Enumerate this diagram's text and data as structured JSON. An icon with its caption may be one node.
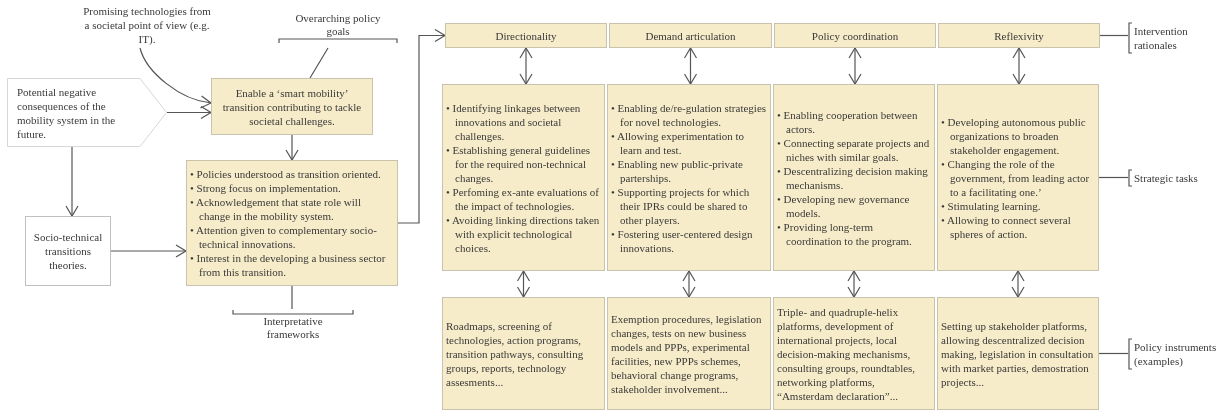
{
  "diagram": {
    "nodes": [
      {
        "text": [
          "Promising technologies from a societal point of view (e.g. IT)."
        ]
      },
      {
        "text": [
          "Potential negative consequences of the mobility system in the future."
        ]
      },
      {
        "text": [
          "Enable a ‘smart mobility’ transition contributing to tackle societal challenges."
        ]
      },
      {
        "text": [
          "Overarching policy goals"
        ]
      },
      {
        "text": [
          "Socio-technical transitions theories."
        ]
      },
      {
        "text": [
          "• Policies understood as transition oriented.",
          "• Strong focus on implementation.",
          "• Acknowledgement that state role will change in the mobility system.",
          "• Attention given to complementary socio-technical innovations.",
          "• Interest in the developing a business sector from this transition."
        ]
      },
      {
        "text": [
          "Interpretative frameworks"
        ]
      },
      {
        "text": [
          "Directionality"
        ]
      },
      {
        "text": [
          "Demand articulation"
        ]
      },
      {
        "text": [
          "Policy coordination"
        ]
      },
      {
        "text": [
          "Reflexivity"
        ]
      },
      {
        "text": [
          "• Identifying linkages between innovations and societal challenges.",
          "• Establishing general guidelines for the required non-technical changes.",
          "• Perfoming ex-ante evaluations of the impact of technologies.",
          "• Avoiding linking directions taken with explicit technological choices."
        ]
      },
      {
        "text": [
          "• Enabling de/re-gulation strategies for novel technologies.",
          "• Allowing experimentation to learn and test.",
          "• Enabling new public-private parterships.",
          "• Supporting projects for which their IPRs could be shared to other players.",
          "• Fostering user-centered design innovations."
        ]
      },
      {
        "text": [
          "• Enabling cooperation between actors.",
          "• Connecting separate projects and niches with similar goals.",
          "• Descentralizing decision making mechanisms.",
          "• Developing new governance models.",
          "• Providing long-term coordination to the program."
        ]
      },
      {
        "text": [
          "• Developing autonomous public organizations to broaden stakeholder engagement.",
          "• Changing the role of the government, from leading actor to a facilitating one.’",
          "• Stimulating learning.",
          "• Allowing to connect several spheres of action."
        ]
      },
      {
        "text": [
          "Roadmaps, screening of technologies, action programs, transition pathways, consulting groups, reports, technology assesments..."
        ]
      },
      {
        "text": [
          "Exemption procedures, legislation changes, tests on new business models and PPPs, experimental facilities, new PPPs schemes, behavioral change programs, stakeholder involvement..."
        ]
      },
      {
        "text": [
          "Triple- and quadruple-helix platforms, development of international projects, local decision-making mechanisms, consulting groups, roundtables, networking platforms, “Amsterdam declaration”..."
        ]
      },
      {
        "text": [
          "Setting up stakeholder platforms, allowing descentralized decision making, legislation in consultation with market parties, demostration projects..."
        ]
      },
      {
        "text": [
          "Intervention rationales"
        ]
      },
      {
        "text": [
          "Strategic tasks"
        ]
      },
      {
        "text": [
          "Policy instruments (examples)"
        ]
      }
    ],
    "edges": [
      {
        "from": 0,
        "to": 2,
        "arrow": "to"
      },
      {
        "from": 1,
        "to": 2,
        "arrow": "to"
      },
      {
        "from": 1,
        "to": 4,
        "arrow": "to"
      },
      {
        "from": 2,
        "to": 5,
        "arrow": "to"
      },
      {
        "from": 4,
        "to": 5,
        "arrow": "to"
      },
      {
        "from": 3,
        "to": 2,
        "arrow": "none"
      },
      {
        "from": 5,
        "to": 6,
        "arrow": "none"
      },
      {
        "from": 5,
        "to": 7,
        "arrow": "to"
      },
      {
        "from": 7,
        "to": 11,
        "arrow": "both"
      },
      {
        "from": 8,
        "to": 12,
        "arrow": "both"
      },
      {
        "from": 9,
        "to": 13,
        "arrow": "both"
      },
      {
        "from": 10,
        "to": 14,
        "arrow": "both"
      },
      {
        "from": 11,
        "to": 15,
        "arrow": "both"
      },
      {
        "from": 12,
        "to": 16,
        "arrow": "both"
      },
      {
        "from": 13,
        "to": 17,
        "arrow": "both"
      },
      {
        "from": 14,
        "to": 18,
        "arrow": "both"
      },
      {
        "from": 10,
        "to": 19,
        "arrow": "none"
      },
      {
        "from": 14,
        "to": 20,
        "arrow": "none"
      },
      {
        "from": 18,
        "to": 21,
        "arrow": "none"
      }
    ]
  }
}
